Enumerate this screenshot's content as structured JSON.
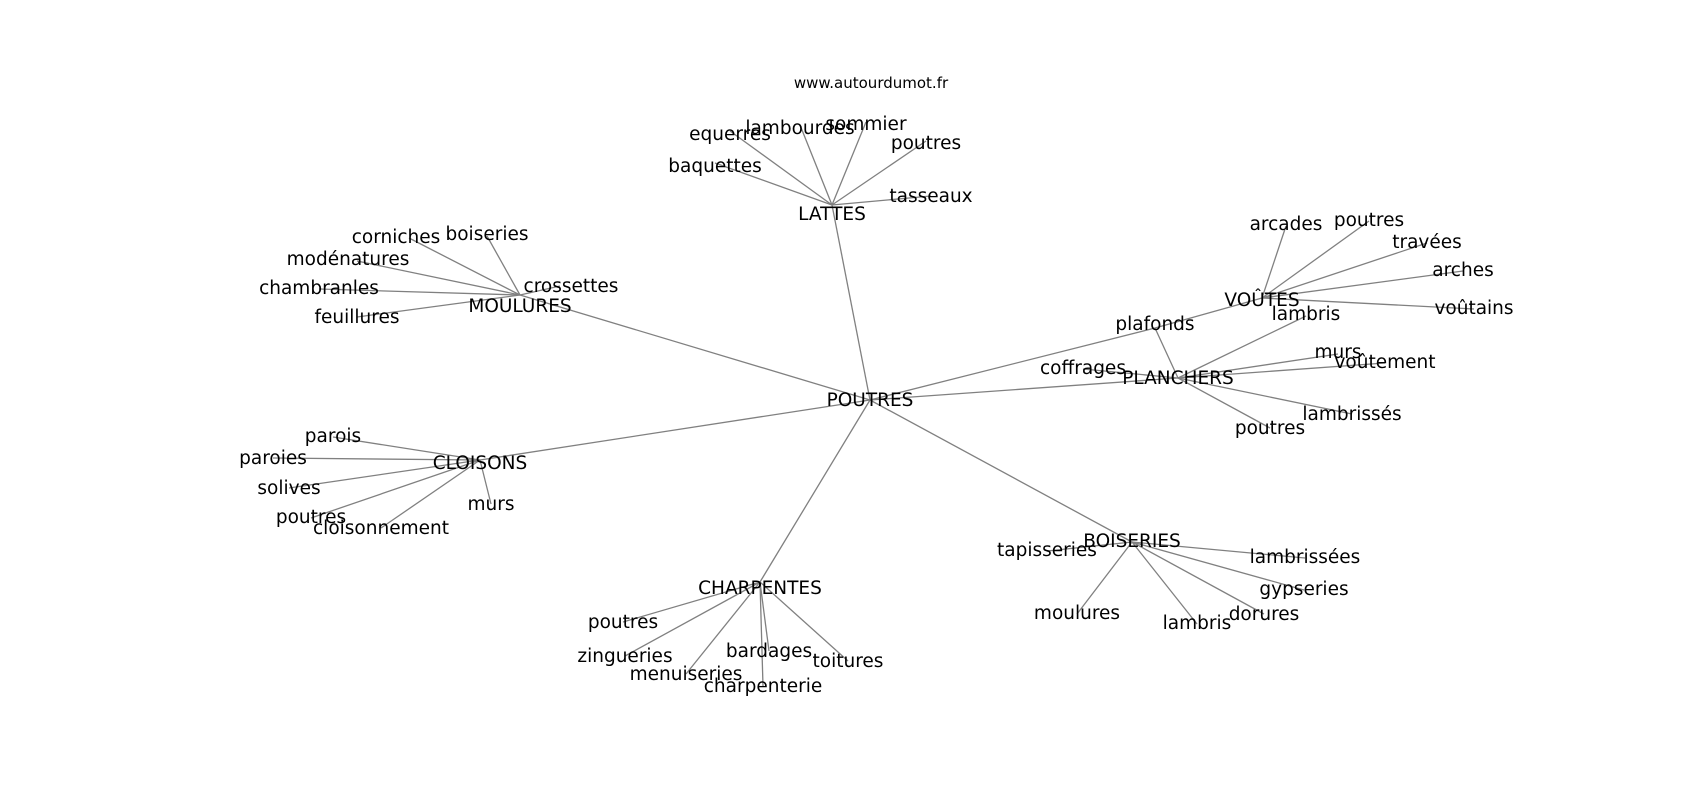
{
  "credit": "www.autourdumot.fr",
  "colors": {
    "edge": "#808080",
    "text": "#000000",
    "background": "#ffffff"
  },
  "center": "POUTRES",
  "groups": [
    {
      "hub": "LATTES",
      "leaves": [
        "equerres",
        "lambourdes",
        "sommier",
        "poutres",
        "baquettes",
        "tasseaux"
      ]
    },
    {
      "hub": "MOULURES",
      "leaves": [
        "corniches",
        "boiseries",
        "modénatures",
        "crossettes",
        "chambranles",
        "feuillures"
      ]
    },
    {
      "hub": "VOÛTES",
      "leaves": [
        "arcades",
        "poutres",
        "travées",
        "arches",
        "voûtains",
        "plafonds"
      ]
    },
    {
      "hub": "PLANCHERS",
      "leaves": [
        "plafonds",
        "lambris",
        "murs",
        "voûtement",
        "coffrages",
        "lambrissés",
        "poutres"
      ]
    },
    {
      "hub": "CLOISONS",
      "leaves": [
        "parois",
        "paroies",
        "solives",
        "poutres",
        "cloisonnement",
        "murs"
      ]
    },
    {
      "hub": "BOISERIES",
      "leaves": [
        "tapisseries",
        "lambrissées",
        "gypseries",
        "moulures",
        "lambris",
        "dorures"
      ]
    },
    {
      "hub": "CHARPENTES",
      "leaves": [
        "poutres",
        "zingueries",
        "bardages",
        "toitures",
        "menuiseries",
        "charpenterie"
      ]
    }
  ]
}
